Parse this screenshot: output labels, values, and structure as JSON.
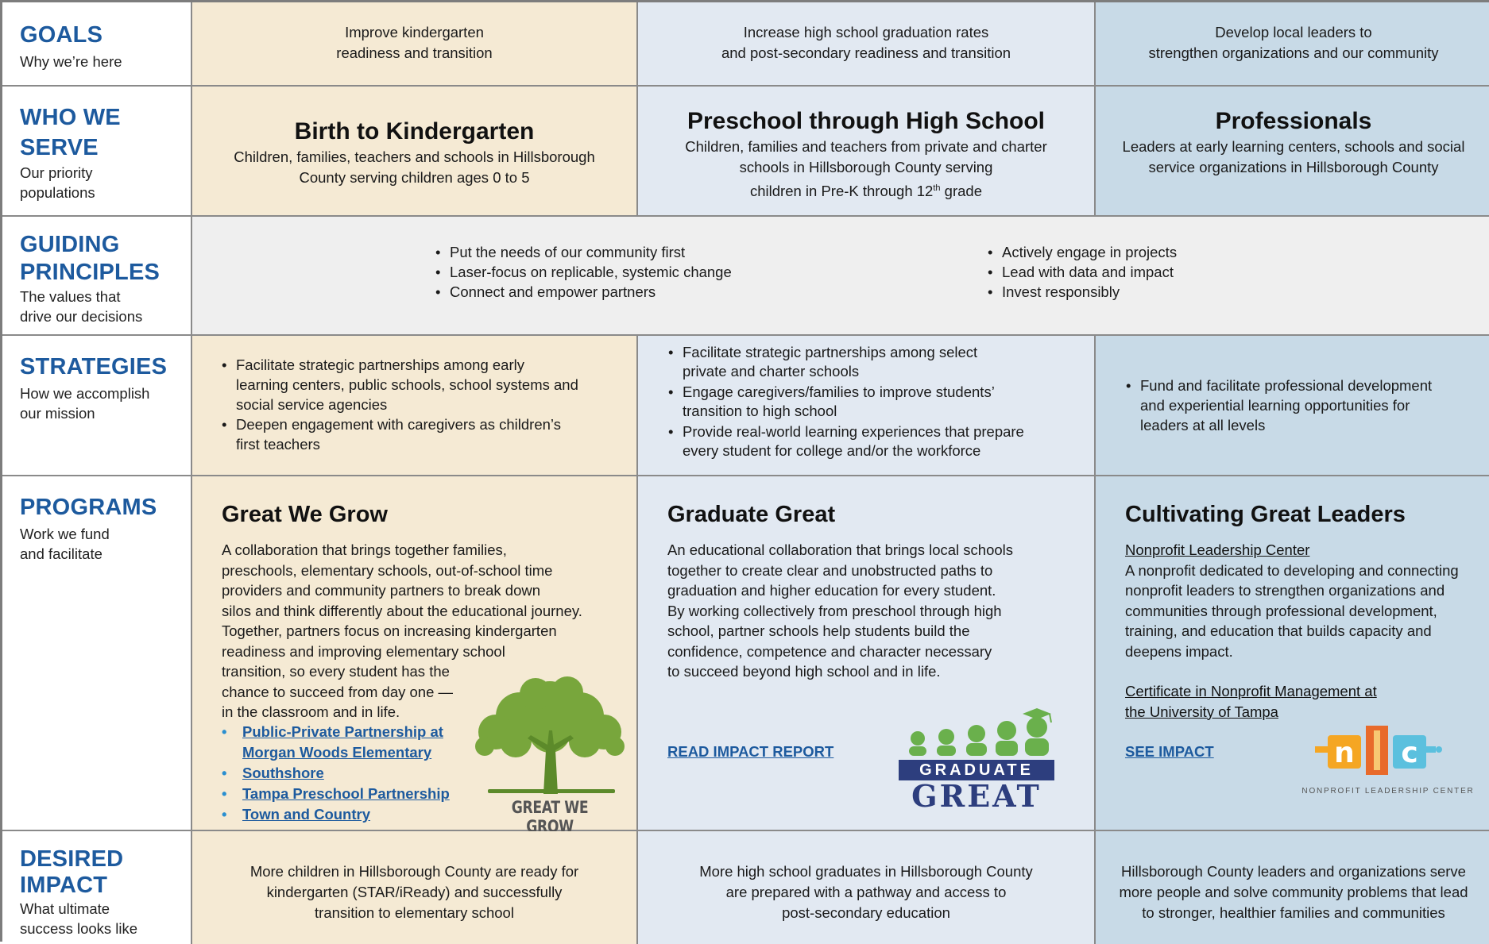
{
  "goals": {
    "label": "GOALS",
    "sub": "Why we’re here",
    "c1": [
      "Improve kindergarten",
      "readiness and transition"
    ],
    "c2": [
      "Increase high school graduation rates",
      "and post-secondary readiness and transition"
    ],
    "c3": [
      "Develop local leaders to",
      "strengthen organizations and our community"
    ]
  },
  "serve": {
    "label_1": "WHO WE",
    "label_2": "SERVE",
    "sub_1": "Our priority",
    "sub_2": "populations",
    "c1_title": "Birth to Kindergarten",
    "c1_text": [
      "Children, families, teachers and schools in Hillsborough",
      "County serving children ages 0 to 5"
    ],
    "c2_title": "Preschool through High School",
    "c2_text": [
      "Children, families and teachers from private and charter",
      "schools in Hillsborough County serving"
    ],
    "c2_line3_pre": "children in Pre-K through 12",
    "c2_line3_sup": "th",
    "c2_line3_post": " grade",
    "c3_title": "Professionals",
    "c3_text": [
      "Leaders at early learning centers, schools and social",
      "service organizations in Hillsborough County"
    ]
  },
  "principles": {
    "label_1": "GUIDING",
    "label_2": "PRINCIPLES",
    "sub_1": "The values that",
    "sub_2": "drive our decisions",
    "left": [
      "Put the needs of our community first",
      "Laser-focus on replicable, systemic change",
      "Connect and empower partners"
    ],
    "right": [
      "Actively engage in projects",
      "Lead with data and impact",
      "Invest responsibly"
    ]
  },
  "strategies": {
    "label": "STRATEGIES",
    "sub_1": "How we accomplish",
    "sub_2": "our mission",
    "c1": [
      [
        "Facilitate strategic partnerships among early",
        "learning centers, public schools, school systems and",
        "social service agencies"
      ],
      [
        "Deepen engagement with caregivers as children’s",
        "first teachers"
      ]
    ],
    "c2": [
      [
        "Facilitate strategic partnerships among select",
        "private and charter schools"
      ],
      [
        "Engage caregivers/families to improve students’",
        "transition to high school"
      ],
      [
        "Provide real-world learning experiences that prepare",
        "every student for college and/or the workforce"
      ]
    ],
    "c3": [
      [
        "Fund and facilitate professional development",
        "and experiential learning opportunities for",
        "leaders at all levels"
      ]
    ]
  },
  "programs": {
    "label": "PROGRAMS",
    "sub_1": "Work we fund",
    "sub_2": "and facilitate",
    "c1_title": "Great We Grow",
    "c1_text": [
      "A collaboration that brings together families,",
      "preschools, elementary schools, out-of-school time",
      "providers and community partners to break down",
      "silos and think differently about the educational journey.",
      "Together, partners focus on increasing kindergarten",
      "readiness and improving elementary school",
      "transition, so every student has the",
      "chance to succeed from day one —",
      "in the classroom and in life."
    ],
    "c1_links": [
      [
        "Public-Private Partnership at",
        "Morgan Woods Elementary"
      ],
      [
        "Southshore"
      ],
      [
        "Tampa Preschool Partnership"
      ],
      [
        "Town and Country"
      ]
    ],
    "c1_logo_text": "GREAT WE GROW",
    "c2_title": "Graduate Great",
    "c2_text": [
      "An educational collaboration that brings local schools",
      "together to create clear and unobstructed paths to",
      "graduation and higher education for every student.",
      "By working collectively from preschool through high",
      "school, partner schools help students build the",
      "confidence, competence and character necessary",
      "to succeed beyond high school and in life."
    ],
    "c2_link": "READ IMPACT REPORT",
    "c2_logo_top": "GRADUATE",
    "c2_logo_bottom": "GREAT",
    "c3_title": "Cultivating Great Leaders",
    "c3_link1": "Nonprofit Leadership Center",
    "c3_text": [
      "A nonprofit dedicated to developing and connecting",
      "nonprofit leaders to strengthen organizations and",
      "communities through professional development,",
      "training, and education that builds capacity and",
      "deepens impact."
    ],
    "c3_link2": [
      "Certificate in Nonprofit Management at",
      "the University of Tampa"
    ],
    "c3_see": "SEE IMPACT",
    "c3_logo_caption": "NONPROFIT LEADERSHIP CENTER"
  },
  "impact": {
    "label_1": "DESIRED",
    "label_2": "IMPACT",
    "sub_1": "What ultimate",
    "sub_2": "success looks like",
    "c1": [
      "More children in Hillsborough County are ready for",
      "kindergarten (STAR/iReady) and successfully",
      "transition to elementary school"
    ],
    "c2": [
      "More high school graduates in Hillsborough County",
      "are prepared with a pathway and access to",
      "post-secondary education"
    ],
    "c3": [
      "Hillsborough County leaders and organizations serve",
      "more people and solve community problems that lead",
      "to stronger, healthier families and communities"
    ]
  },
  "colors": {
    "heading_blue": "#1d5a9e",
    "tan": "#f5ead4",
    "light_blue": "#e2e9f2",
    "mid_blue": "#c8dae7",
    "gray": "#efefef"
  }
}
